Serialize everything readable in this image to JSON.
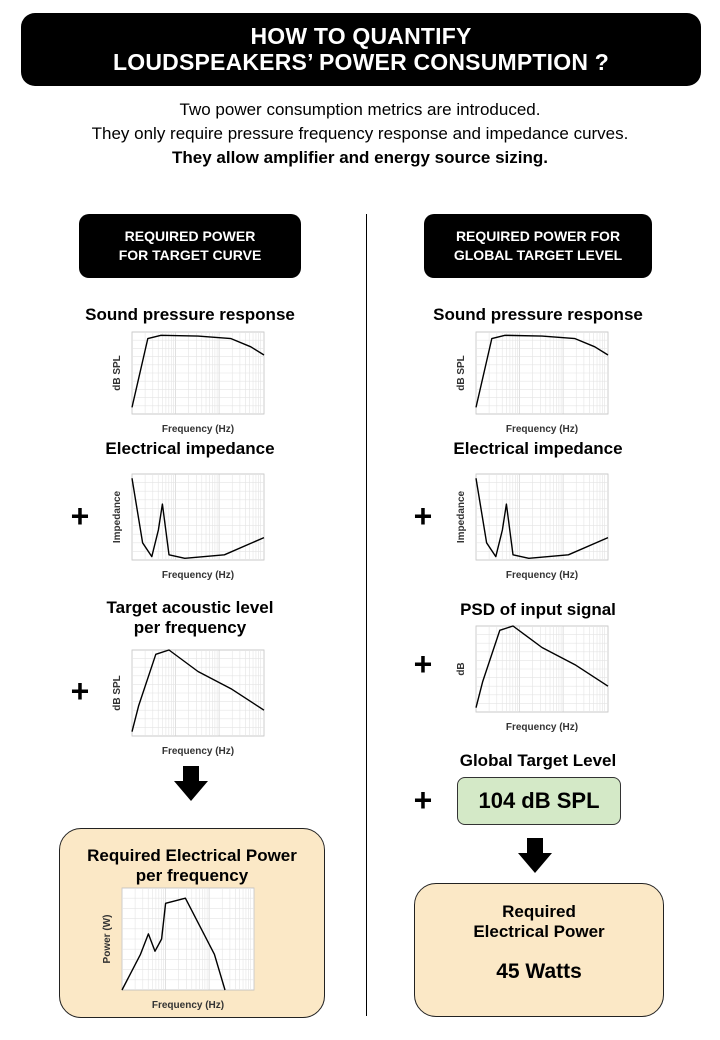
{
  "header": {
    "line1": "HOW TO QUANTIFY",
    "line2": "LOUDSPEAKERS’ POWER CONSUMPTION ?"
  },
  "intro": {
    "line1": "Two  power consumption metrics are introduced.",
    "line2": "They only require pressure frequency response and impedance curves.",
    "line3": "They allow amplifier and energy source sizing."
  },
  "left": {
    "title_line1": "REQUIRED POWER",
    "title_line2": "FOR TARGET CURVE",
    "spl_heading": "Sound pressure response",
    "imp_heading": "Electrical impedance",
    "target_heading_line1": "Target acoustic level",
    "target_heading_line2": "per frequency",
    "plus": "+",
    "result_line1": "Required  Electrical Power",
    "result_line2": "per frequency"
  },
  "right": {
    "title_line1": "REQUIRED POWER  FOR",
    "title_line2": "GLOBAL TARGET LEVEL",
    "spl_heading": "Sound pressure response",
    "imp_heading": "Electrical impedance",
    "psd_heading": "PSD of input signal",
    "global_heading": "Global Target Level",
    "level_value": "104  dB SPL",
    "plus": "+",
    "result_line1": "Required",
    "result_line2": "Electrical Power",
    "result_value": "45 Watts"
  },
  "axes": {
    "spl_ylabel": "dB SPL",
    "imp_ylabel": "Impedance",
    "psd_ylabel": "dB",
    "power_ylabel": "Power (W)",
    "xlabel": "Frequency (Hz)"
  },
  "colors": {
    "result_bg": "#fbe8c6",
    "level_bg": "#d4e9c7",
    "banner_bg": "#000000"
  },
  "chart_data": [
    {
      "type": "line",
      "id": "spl-response",
      "xlabel": "Frequency (Hz)",
      "ylabel": "dB SPL",
      "x_scale": "log",
      "series": [
        {
          "x": [
            0,
            0.12,
            0.22,
            0.5,
            0.75,
            0.9,
            1
          ],
          "y": [
            0.08,
            0.92,
            0.96,
            0.95,
            0.92,
            0.82,
            0.72
          ]
        }
      ]
    },
    {
      "type": "line",
      "id": "electrical-impedance",
      "xlabel": "Frequency (Hz)",
      "ylabel": "Impedance",
      "x_scale": "log",
      "series": [
        {
          "x": [
            0,
            0.08,
            0.15,
            0.2,
            0.23,
            0.28,
            0.4,
            0.7,
            1
          ],
          "y": [
            0.95,
            0.2,
            0.04,
            0.35,
            0.65,
            0.06,
            0.02,
            0.06,
            0.26
          ]
        }
      ]
    },
    {
      "type": "line",
      "id": "target-level",
      "xlabel": "Frequency (Hz)",
      "ylabel": "dB SPL",
      "x_scale": "log",
      "series": [
        {
          "x": [
            0,
            0.05,
            0.18,
            0.28,
            0.5,
            0.75,
            1
          ],
          "y": [
            0.05,
            0.35,
            0.95,
            1.0,
            0.75,
            0.55,
            0.3
          ]
        }
      ]
    },
    {
      "type": "line",
      "id": "psd-input",
      "xlabel": "Frequency (Hz)",
      "ylabel": "dB",
      "x_scale": "log",
      "series": [
        {
          "x": [
            0,
            0.05,
            0.18,
            0.28,
            0.5,
            0.75,
            1
          ],
          "y": [
            0.05,
            0.35,
            0.95,
            1.0,
            0.75,
            0.55,
            0.3
          ]
        }
      ]
    },
    {
      "type": "line",
      "id": "required-power",
      "xlabel": "Frequency (Hz)",
      "ylabel": "Power (W)",
      "x_scale": "log",
      "series": [
        {
          "x": [
            0,
            0.14,
            0.2,
            0.25,
            0.3,
            0.33,
            0.48,
            0.7,
            0.78
          ],
          "y": [
            0,
            0.35,
            0.55,
            0.38,
            0.5,
            0.85,
            0.9,
            0.35,
            0
          ]
        }
      ]
    }
  ]
}
